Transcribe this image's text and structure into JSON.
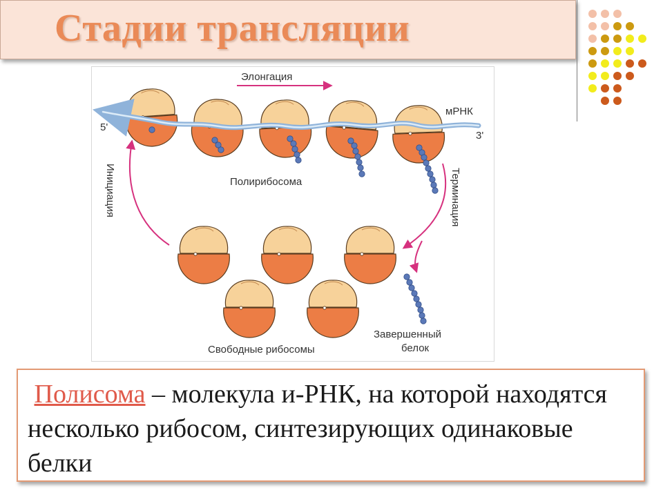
{
  "slide": {
    "title": "Стадии трансляции"
  },
  "diagram": {
    "labels": {
      "elongation": "Элонгация",
      "mrna": "мРНК",
      "five_prime": "5'",
      "three_prime": "3'",
      "polyribosome": "Полирибосома",
      "initiation": "Инициация",
      "termination": "Терминация",
      "free_ribosomes": "Свободные рибосомы",
      "completed_protein_line1": "Завершенный",
      "completed_protein_line2": "белок"
    },
    "colors": {
      "small_subunit": "#f7d29a",
      "large_subunit": "#ec7d45",
      "mrna": "#b9d2ea",
      "protein_bead": "#5b79b8",
      "arrow": "#d6317e"
    }
  },
  "definition": {
    "term": "Полисома",
    "text": " – молекула и-РНК, на которой находятся несколько рибосом, синтезирующих одинаковые белки"
  },
  "decor": {
    "dot_colors": [
      "#f3c0a8",
      "#cc9a10",
      "#f2ec1c",
      "#cc5a1c"
    ]
  }
}
